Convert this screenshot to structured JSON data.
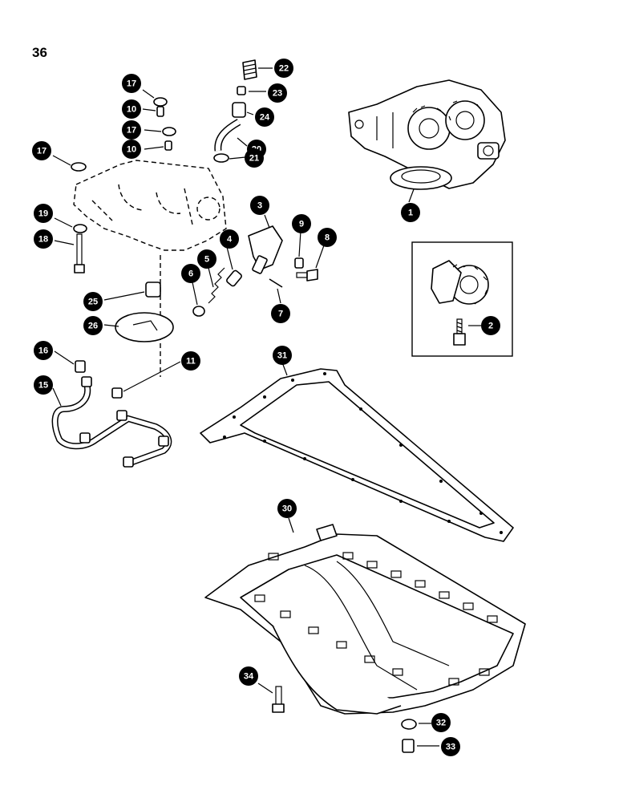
{
  "page": {
    "number": "36"
  },
  "callouts": [
    {
      "id": "c1",
      "label": "1"
    },
    {
      "id": "c2",
      "label": "2"
    },
    {
      "id": "c3",
      "label": "3"
    },
    {
      "id": "c4",
      "label": "4"
    },
    {
      "id": "c5",
      "label": "5"
    },
    {
      "id": "c6",
      "label": "6"
    },
    {
      "id": "c7",
      "label": "7"
    },
    {
      "id": "c8",
      "label": "8"
    },
    {
      "id": "c9",
      "label": "9"
    },
    {
      "id": "c10a",
      "label": "10"
    },
    {
      "id": "c10b",
      "label": "10"
    },
    {
      "id": "c11",
      "label": "11"
    },
    {
      "id": "c15",
      "label": "15"
    },
    {
      "id": "c16",
      "label": "16"
    },
    {
      "id": "c17a",
      "label": "17"
    },
    {
      "id": "c17b",
      "label": "17"
    },
    {
      "id": "c17c",
      "label": "17"
    },
    {
      "id": "c18",
      "label": "18"
    },
    {
      "id": "c19",
      "label": "19"
    },
    {
      "id": "c20",
      "label": "20"
    },
    {
      "id": "c21",
      "label": "21"
    },
    {
      "id": "c22",
      "label": "22"
    },
    {
      "id": "c23",
      "label": "23"
    },
    {
      "id": "c24",
      "label": "24"
    },
    {
      "id": "c25",
      "label": "25"
    },
    {
      "id": "c26",
      "label": "26"
    },
    {
      "id": "c30",
      "label": "30"
    },
    {
      "id": "c31",
      "label": "31"
    },
    {
      "id": "c32",
      "label": "32"
    },
    {
      "id": "c33",
      "label": "33"
    },
    {
      "id": "c34",
      "label": "34"
    }
  ]
}
